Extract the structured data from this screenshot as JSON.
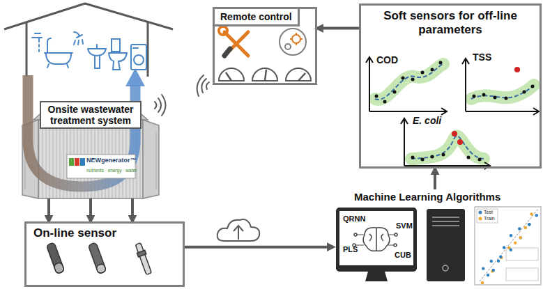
{
  "diagram": {
    "nodes": [
      {
        "text": [
          "Onsite wastewater treatment system"
        ]
      },
      {
        "text": [
          "On-line sensor"
        ]
      },
      {
        "text": [
          "Machine Learning Algorithms",
          "QRNN",
          "SVM",
          "PLS",
          "CUB"
        ]
      },
      {
        "text": [
          "Soft sensors for off-line parameters",
          "COD",
          "TSS",
          "E. coli"
        ]
      },
      {
        "text": [
          "Remote control"
        ]
      }
    ],
    "edges": [
      {
        "from": 0,
        "to": 1,
        "arrow": "to"
      },
      {
        "from": 0,
        "to": 1,
        "arrow": "to"
      },
      {
        "from": 0,
        "to": 1,
        "arrow": "to"
      },
      {
        "from": 1,
        "to": 2,
        "arrow": "to"
      },
      {
        "from": 2,
        "to": 3,
        "arrow": "to"
      },
      {
        "from": 3,
        "to": 4,
        "arrow": "to"
      }
    ],
    "labels": [
      "NEWgenerator™",
      "nutrients · energy · water",
      "Test",
      "Train"
    ]
  }
}
